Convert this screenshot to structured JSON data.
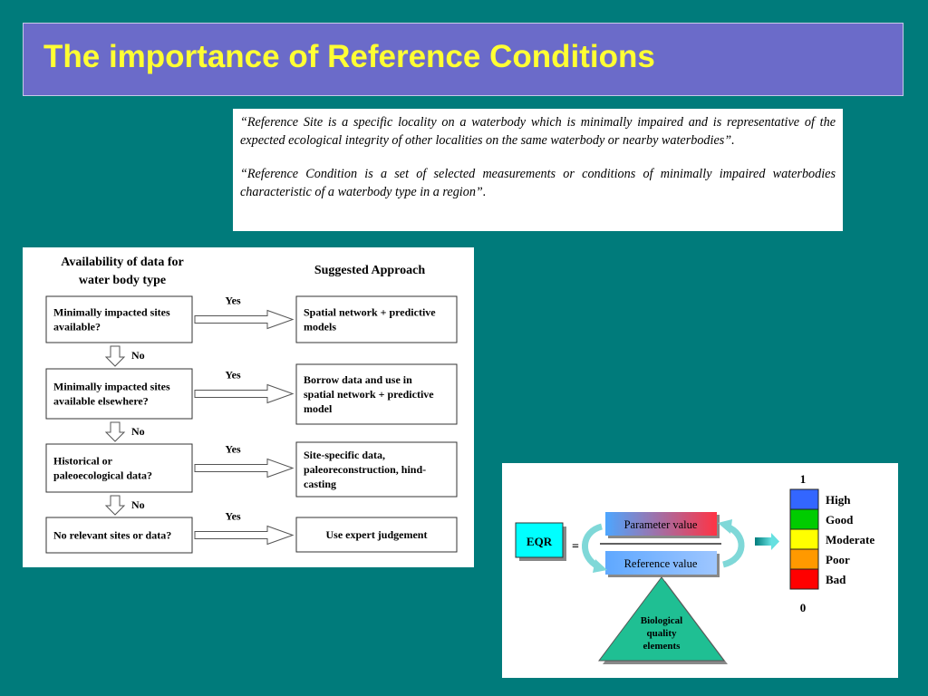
{
  "header": {
    "title": "The importance of Reference Conditions"
  },
  "definitions": [
    "“Reference Site is a specific locality on a waterbody which is minimally impaired and is representative of the expected ecological integrity of other localities on the same waterbody or nearby waterbodies”.",
    "“Reference Condition is a set of selected measurements or conditions of minimally impaired waterbodies characteristic of a waterbody type in a region”."
  ],
  "flowchart": {
    "left_heading": [
      "Availability of data for",
      "water body type"
    ],
    "right_heading": "Suggested Approach",
    "yes_label": "Yes",
    "no_label": "No",
    "rows": [
      {
        "question": [
          "Minimally impacted sites",
          "available?"
        ],
        "approach": [
          "Spatial network + predictive",
          "models"
        ]
      },
      {
        "question": [
          "Minimally impacted sites",
          "available elsewhere?"
        ],
        "approach": [
          "Borrow data and use in",
          "spatial network + predictive",
          "model"
        ]
      },
      {
        "question": [
          "Historical or",
          "paleoecological data?"
        ],
        "approach": [
          "Site-specific data,",
          "paleoreconstruction, hind-",
          "casting"
        ]
      },
      {
        "question": [
          "No relevant sites or data?"
        ],
        "approach": [
          "Use expert judgement"
        ]
      }
    ]
  },
  "eqr": {
    "eqr_label": "EQR",
    "equals": "=",
    "numerator": "Parameter value",
    "denominator": "Reference value",
    "triangle_label": [
      "Biological",
      "quality",
      "elements"
    ],
    "scale_top": "1",
    "scale_bottom": "0",
    "classes": [
      {
        "label": "High",
        "color": "#3366ff"
      },
      {
        "label": "Good",
        "color": "#00cc00"
      },
      {
        "label": "Moderate",
        "color": "#ffff00"
      },
      {
        "label": "Poor",
        "color": "#ff9900"
      },
      {
        "label": "Bad",
        "color": "#ff0000"
      }
    ]
  }
}
